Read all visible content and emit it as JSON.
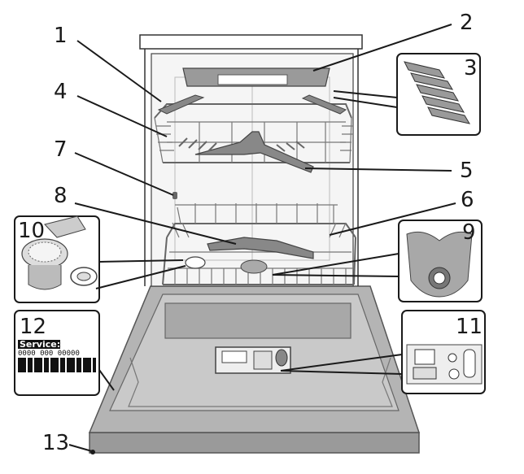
{
  "callouts": [
    "1",
    "2",
    "3",
    "4",
    "5",
    "6",
    "7",
    "8",
    "9",
    "10",
    "11",
    "12",
    "13"
  ],
  "service_label": {
    "title": "Service:",
    "code": "0000 000 00000"
  }
}
